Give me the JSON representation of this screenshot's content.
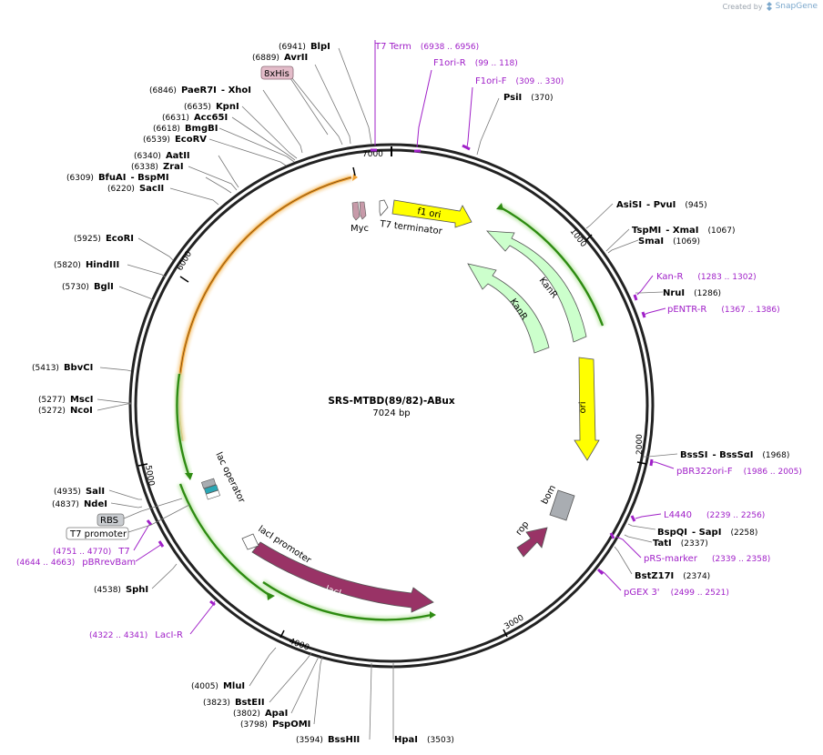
{
  "credit": {
    "created_by": "Created by",
    "brand": "SnapGene"
  },
  "plasmid": {
    "name": "SRS-MTBD(89/82)-ABux",
    "length_label": "7024 bp",
    "length": 7024
  },
  "ticks": [
    "1000",
    "2000",
    "3000",
    "4000",
    "5000",
    "6000",
    "7000"
  ],
  "sites": [
    {
      "pos": "(6941)",
      "name": "BlpI"
    },
    {
      "pos": "(6889)",
      "name": "AvrII"
    },
    {
      "pos": "(6846)",
      "name": "PaeR7I",
      "name2": "XhoI"
    },
    {
      "pos": "(6635)",
      "name": "KpnI"
    },
    {
      "pos": "(6631)",
      "name": "Acc65I"
    },
    {
      "pos": "(6618)",
      "name": "BmgBI"
    },
    {
      "pos": "(6539)",
      "name": "EcoRV"
    },
    {
      "pos": "(6340)",
      "name": "AatII"
    },
    {
      "pos": "(6338)",
      "name": "ZraI"
    },
    {
      "pos": "(6309)",
      "name": "BfuAI",
      "name2": "BspMI"
    },
    {
      "pos": "(6220)",
      "name": "SacII"
    },
    {
      "pos": "(5925)",
      "name": "EcoRI"
    },
    {
      "pos": "(5820)",
      "name": "HindIII"
    },
    {
      "pos": "(5730)",
      "name": "BglI"
    },
    {
      "pos": "(5413)",
      "name": "BbvCI"
    },
    {
      "pos": "(5277)",
      "name": "MscI"
    },
    {
      "pos": "(5272)",
      "name": "NcoI"
    },
    {
      "pos": "(4935)",
      "name": "SalI"
    },
    {
      "pos": "(4837)",
      "name": "NdeI"
    },
    {
      "pos": "(4538)",
      "name": "SphI"
    },
    {
      "pos": "(4005)",
      "name": "MluI"
    },
    {
      "pos": "(3823)",
      "name": "BstEII"
    },
    {
      "pos": "(3802)",
      "name": "ApaI"
    },
    {
      "pos": "(3798)",
      "name": "PspOMI"
    },
    {
      "pos": "(3594)",
      "name": "BssHII"
    },
    {
      "pos": "(3503)",
      "name": "HpaI"
    },
    {
      "pos": "(370)",
      "name": "PsiI"
    },
    {
      "pos": "(945)",
      "name": "AsiSI",
      "name2": "PvuI"
    },
    {
      "pos": "(1067)",
      "name": "TspMI",
      "name2": "XmaI"
    },
    {
      "pos": "(1069)",
      "name": "SmaI"
    },
    {
      "pos": "(1286)",
      "name": "NruI"
    },
    {
      "pos": "(1968)",
      "name": "BssSI",
      "name2": "BssSαI"
    },
    {
      "pos": "(2258)",
      "name": "BspQI",
      "name2": "SapI"
    },
    {
      "pos": "(2337)",
      "name": "TatI"
    },
    {
      "pos": "(2374)",
      "name": "BstZ17I"
    }
  ],
  "primers": [
    {
      "name": "T7 Term",
      "range": "(6938 .. 6956)"
    },
    {
      "name": "F1ori-R",
      "range": "(99 .. 118)"
    },
    {
      "name": "F1ori-F",
      "range": "(309 .. 330)"
    },
    {
      "name": "Kan-R",
      "range": "(1283 .. 1302)"
    },
    {
      "name": "pENTR-R",
      "range": "(1367 .. 1386)"
    },
    {
      "name": "pBR322ori-F",
      "range": "(1986 .. 2005)"
    },
    {
      "name": "L4440",
      "range": "(2239 .. 2256)"
    },
    {
      "name": "pRS-marker",
      "range": "(2339 .. 2358)"
    },
    {
      "name": "pGEX 3'",
      "range": "(2499 .. 2521)"
    },
    {
      "name": "LacI-R",
      "range": "(4322 .. 4341)"
    },
    {
      "name": "T7",
      "range": "(4751 .. 4770)"
    },
    {
      "name": "pBRrevBam",
      "range": "(4644 .. 4663)"
    }
  ],
  "boxed_features": [
    {
      "name": "8xHis"
    },
    {
      "name": "RBS"
    },
    {
      "name": "T7 promoter"
    }
  ],
  "features": [
    {
      "name": "f1 ori",
      "color": "#ffff00"
    },
    {
      "name": "KanR",
      "color": "#ccffcc"
    },
    {
      "name": "KanR",
      "color": "#ccffcc"
    },
    {
      "name": "ori",
      "color": "#ffff00"
    },
    {
      "name": "bom",
      "color": "#a9adb2"
    },
    {
      "name": "rop",
      "color": "#993366"
    },
    {
      "name": "lacI",
      "color": "#993366"
    },
    {
      "name": "lacI promoter",
      "color": "#ffffff"
    },
    {
      "name": "lac operator",
      "color": "#ffffff"
    },
    {
      "name": "Myc",
      "color": "#c79aa9"
    },
    {
      "name": "T7 terminator",
      "color": "#ffffff"
    }
  ],
  "colors": {
    "primer": "#a020c8",
    "orf_orange": "#f0a030",
    "orf_green": "#2e8b12",
    "backbone": "#222222"
  }
}
